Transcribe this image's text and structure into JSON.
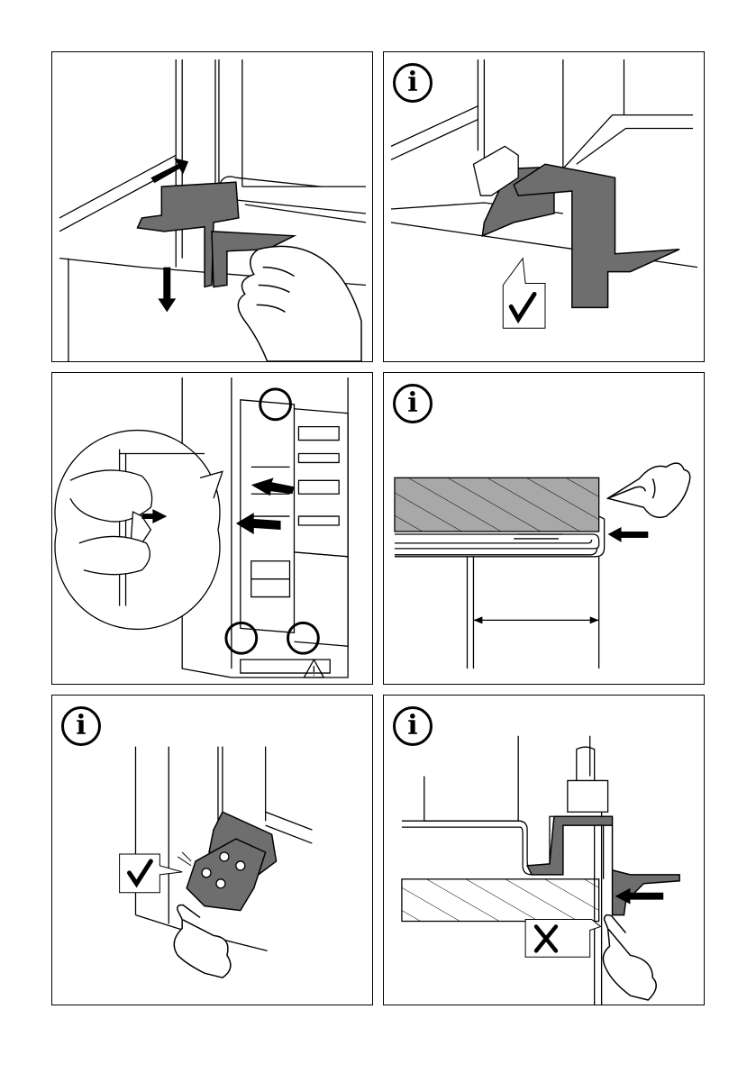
{
  "page": {
    "panels": [
      {
        "id": "p1",
        "info_badge": false
      },
      {
        "id": "p2",
        "info_badge": true,
        "info_symbol": "i"
      },
      {
        "id": "p3",
        "info_badge": false
      },
      {
        "id": "p4",
        "info_badge": true,
        "info_symbol": "i"
      },
      {
        "id": "p5",
        "info_badge": true,
        "info_symbol": "i"
      },
      {
        "id": "p6",
        "info_badge": true,
        "info_symbol": "i"
      }
    ]
  },
  "icons": [
    "arrow-icon",
    "check-icon",
    "cross-icon",
    "warning-icon",
    "pointing-hand-icon",
    "info-icon",
    "hand-icon"
  ],
  "colors": {
    "line": "#000000",
    "part_fill": "#6e6e6e",
    "hatch_fill": "#a8a8a8",
    "paper": "#ffffff"
  }
}
